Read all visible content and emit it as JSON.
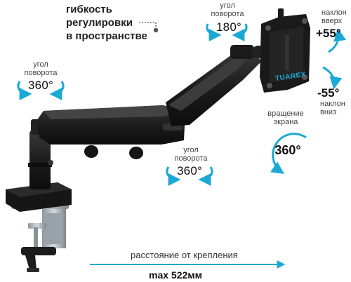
{
  "headline": {
    "line1": "гибкость регулировки",
    "line2": "в пространстве"
  },
  "rotations": {
    "top": {
      "caption_line1": "угол",
      "caption_line2": "поворота",
      "value": "180°"
    },
    "left": {
      "caption_line1": "угол",
      "caption_line2": "поворота",
      "value": "360°"
    },
    "bottom": {
      "caption_line1": "угол",
      "caption_line2": "поворота",
      "value": "360°"
    },
    "screen": {
      "caption_line1": "вращение",
      "caption_line2": "экрана",
      "value": "360°"
    }
  },
  "tilt": {
    "up": {
      "caption_line1": "наклон",
      "caption_line2": "вверх",
      "value": "+55°"
    },
    "down": {
      "caption_line1": "наклон",
      "caption_line2": "вниз",
      "value": "-55°"
    }
  },
  "brand": "TUAREX",
  "distance": {
    "caption": "расстояние от крепления",
    "max_label": "max 522мм"
  },
  "colors": {
    "accent": "#1aa8d6",
    "product": "#1c1c1c",
    "clamp": "#a9b1b8"
  }
}
